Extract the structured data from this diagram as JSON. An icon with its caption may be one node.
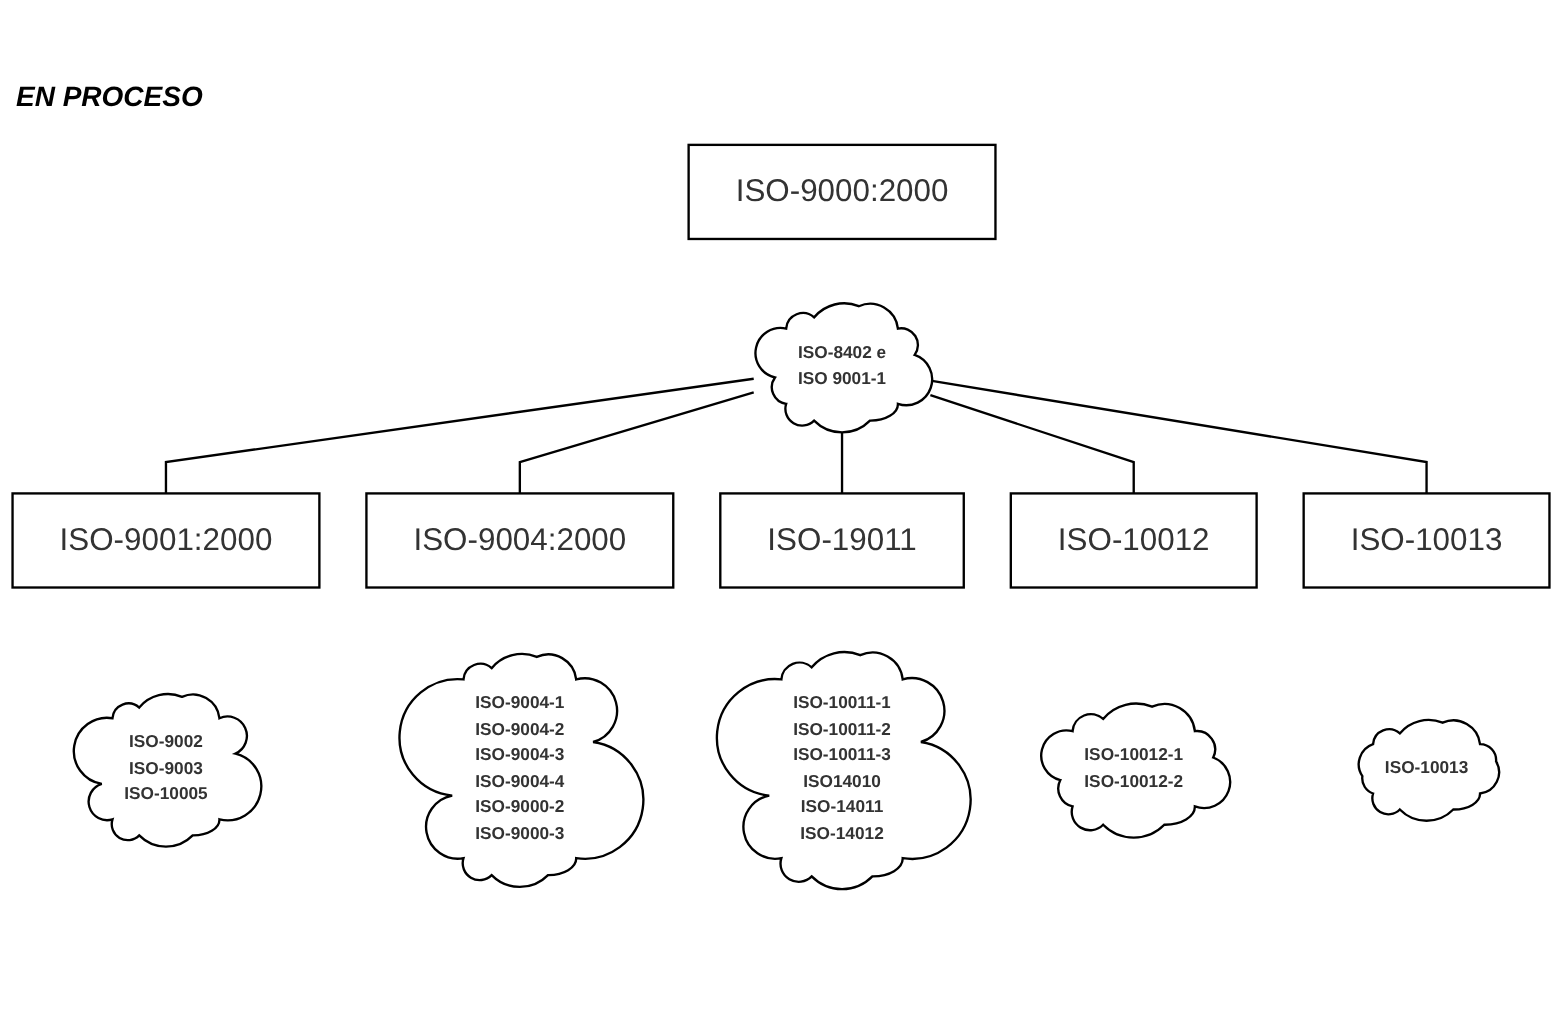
{
  "diagram": {
    "nodes": [
      {
        "text": [
          "ISO-9000:2000"
        ]
      },
      {
        "text": [
          "ISO-8402 e",
          "ISO 9001-1"
        ]
      },
      {
        "text": [
          "ISO-9001:2000"
        ]
      },
      {
        "text": [
          "ISO-9002",
          "ISO-9003",
          "ISO-10005"
        ]
      },
      {
        "text": [
          "ISO-9004:2000"
        ]
      },
      {
        "text": [
          "ISO-9004-1",
          "ISO-9004-2",
          "ISO-9004-3",
          "ISO-9004-4",
          "ISO-9000-2",
          "ISO-9000-3"
        ]
      },
      {
        "text": [
          "ISO-19011"
        ]
      },
      {
        "text": [
          "ISO-10011-1",
          "ISO-10011-2",
          "ISO-10011-3",
          "ISO14010",
          "ISO-14011",
          "ISO-14012"
        ]
      },
      {
        "text": [
          "ISO-10012"
        ]
      },
      {
        "text": [
          "ISO-10012-1",
          "ISO-10012-2"
        ]
      },
      {
        "text": [
          "ISO-10013"
        ]
      },
      {
        "text": [
          "ISO-10013"
        ]
      }
    ],
    "edges": [
      {
        "from": 1,
        "to": 2,
        "arrow": "none"
      },
      {
        "from": 1,
        "to": 4,
        "arrow": "none"
      },
      {
        "from": 1,
        "to": 6,
        "arrow": "none"
      },
      {
        "from": 1,
        "to": 8,
        "arrow": "none"
      },
      {
        "from": 1,
        "to": 10,
        "arrow": "none"
      }
    ],
    "labels": [
      "EN PROCESO"
    ]
  }
}
